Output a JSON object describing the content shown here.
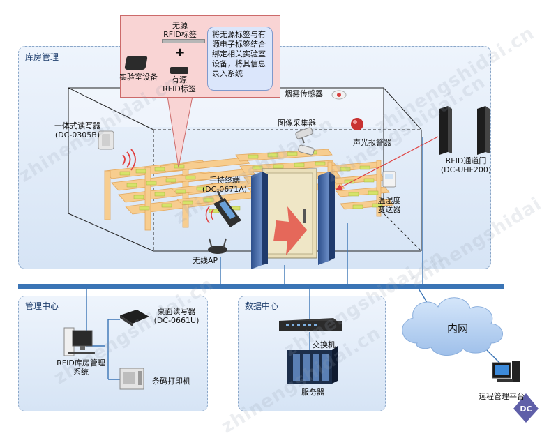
{
  "zones": {
    "warehouse": "库房管理",
    "management": "管理中心",
    "datacenter": "数据中心"
  },
  "callout": {
    "passive_tag": "无源\nRFID标签",
    "lab_equipment": "实验室设备",
    "plus": "+",
    "active_tag": "有源\nRFID标签",
    "note": "将无源标签与有源电子标签结合绑定相关实验室设备，将其信息录入系统"
  },
  "devices": {
    "reader_integrated": "一体式读写器\n(DC-0305B)",
    "smoke_sensor": "烟雾传感器",
    "image_collector": "图像采集器",
    "sound_light_alarm": "声光报警器",
    "rfid_gate": "RFID通道门\n(DC-UHF200)",
    "temp_humidity": "温湿度\n变送器",
    "handheld": "手持终端\n(DC-0671A)",
    "wireless_ap": "无线AP",
    "desktop_reader": "桌面读写器\n(DC-0661U)",
    "rfid_system": "RFID库房管理\n系统",
    "barcode_printer": "条码打印机",
    "switch": "交换机",
    "server": "服务器",
    "intranet": "内网",
    "remote_platform": "远程管理平台"
  },
  "watermark": "zhinengshidai.cn",
  "badge": "DC",
  "colors": {
    "bus": "#3a74b5",
    "zone_border": "#8aa6c8",
    "shelf": "#f7cd8f",
    "tag": "#d6e36a",
    "callout_bg": "#f9d4d4",
    "arrow_red": "#e04040",
    "cloud": "#b9d3f2"
  }
}
